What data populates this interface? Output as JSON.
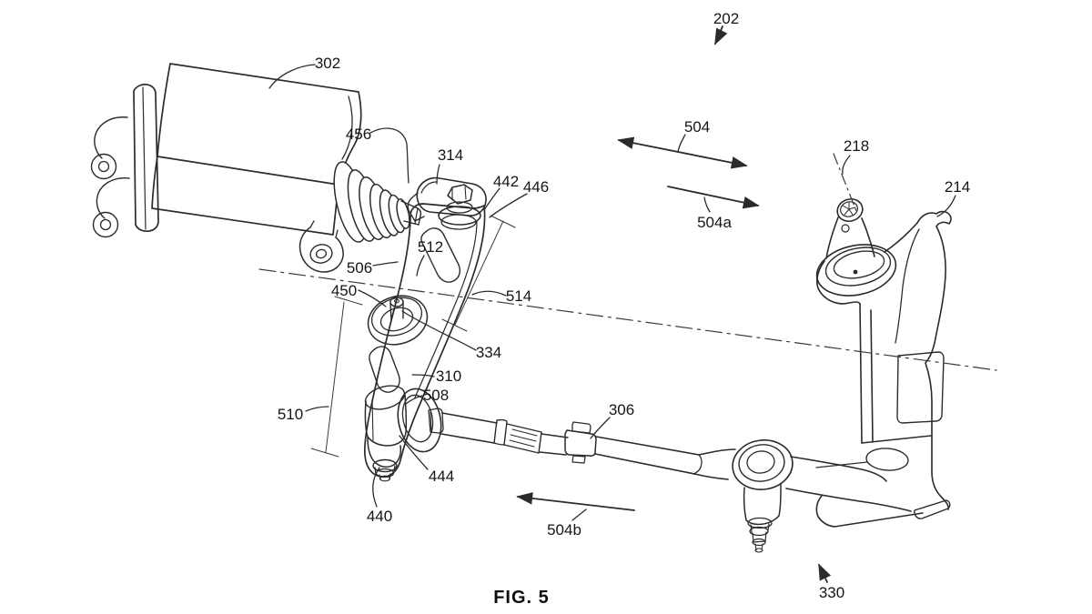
{
  "figure": {
    "caption": "FIG. 5",
    "type": "patent-line-drawing"
  },
  "colors": {
    "background": "#ffffff",
    "line": "#2b2b2b",
    "thin_line": "#4a4a4a",
    "text": "#161616"
  },
  "reference_labels": [
    {
      "ref": "202"
    },
    {
      "ref": "302"
    },
    {
      "ref": "456"
    },
    {
      "ref": "314"
    },
    {
      "ref": "442"
    },
    {
      "ref": "446"
    },
    {
      "ref": "504"
    },
    {
      "ref": "504a"
    },
    {
      "ref": "218"
    },
    {
      "ref": "214"
    },
    {
      "ref": "512"
    },
    {
      "ref": "506"
    },
    {
      "ref": "450"
    },
    {
      "ref": "514"
    },
    {
      "ref": "334"
    },
    {
      "ref": "310"
    },
    {
      "ref": "508"
    },
    {
      "ref": "510"
    },
    {
      "ref": "444"
    },
    {
      "ref": "440"
    },
    {
      "ref": "306"
    },
    {
      "ref": "504b"
    },
    {
      "ref": "330"
    }
  ]
}
